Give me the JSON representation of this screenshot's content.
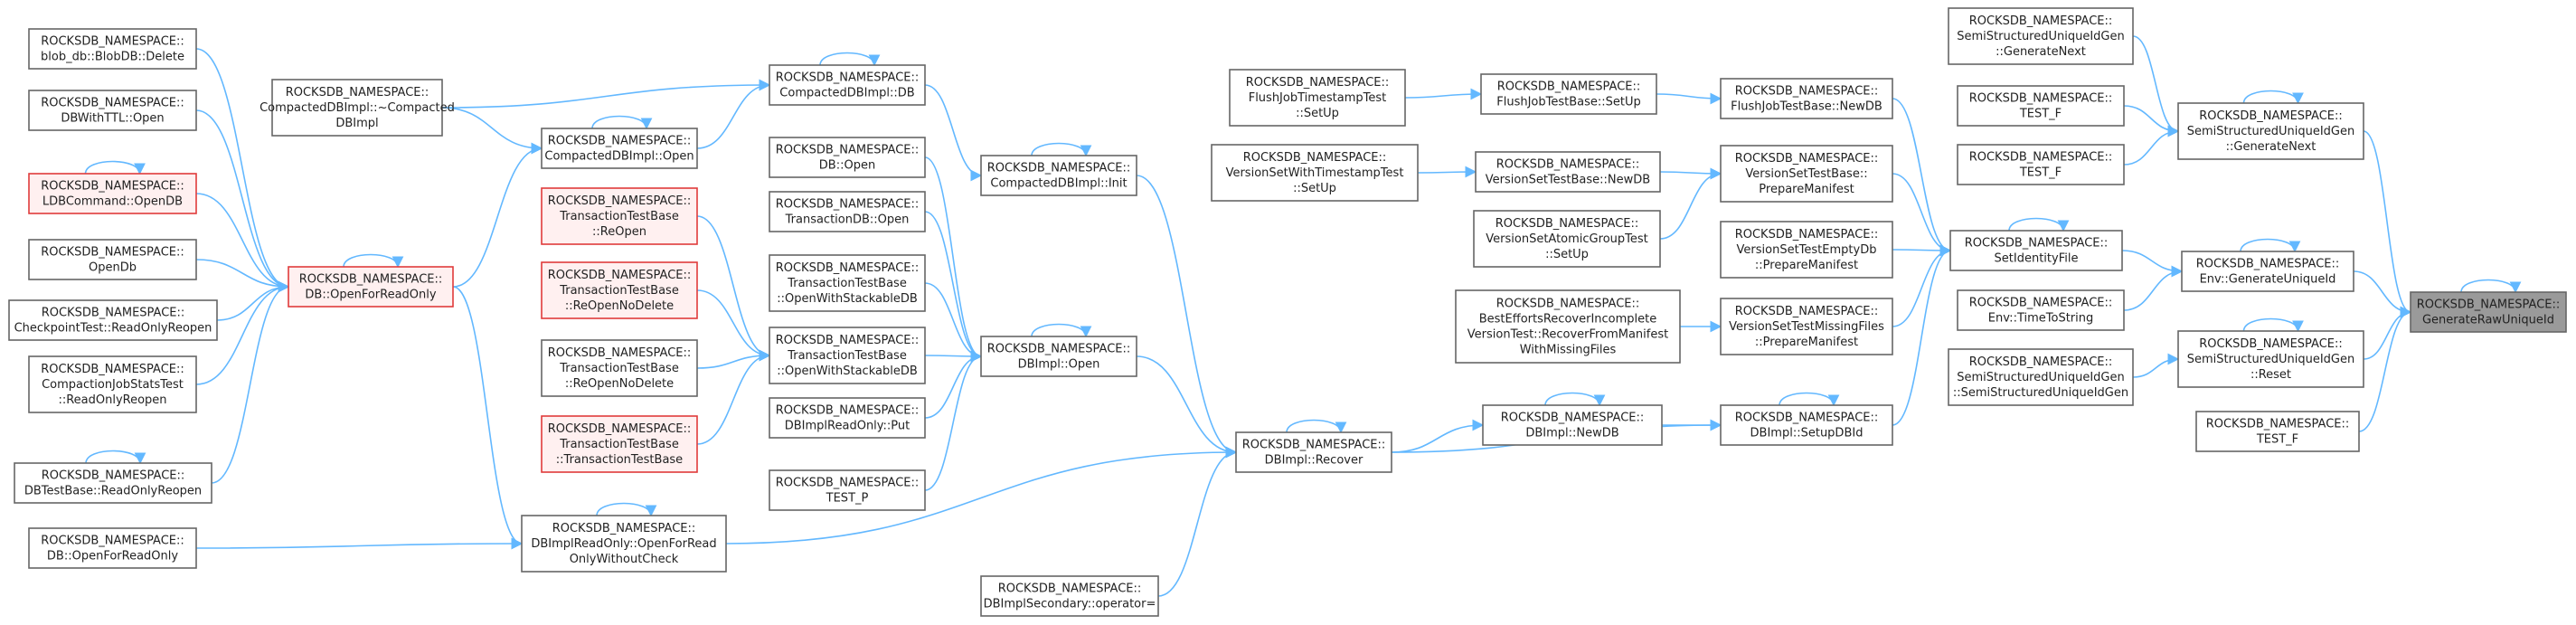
{
  "colors": {
    "edge": "#63b8ff",
    "node_border": "#666666",
    "highlight_border": "#e03b3b",
    "highlight_fill": "#fff0f0",
    "root_fill": "#9a9a9a"
  },
  "nodes": {
    "n_blobdb": {
      "lines": [
        "ROCKSDB_NAMESPACE::",
        "blob_db::BlobDB::Delete"
      ]
    },
    "n_dbwttl": {
      "lines": [
        "ROCKSDB_NAMESPACE::",
        "DBWithTTL::Open"
      ]
    },
    "n_ldbcmd": {
      "lines": [
        "ROCKSDB_NAMESPACE::",
        "LDBCommand::OpenDB"
      ]
    },
    "n_opendb": {
      "lines": [
        "ROCKSDB_NAMESPACE::",
        "OpenDb"
      ]
    },
    "n_chkpt": {
      "lines": [
        "ROCKSDB_NAMESPACE::",
        "CheckpointTest::ReadOnlyReopen"
      ]
    },
    "n_compstat": {
      "lines": [
        "ROCKSDB_NAMESPACE::",
        "CompactionJobStatsTest",
        "::ReadOnlyReopen"
      ]
    },
    "n_dbtestro": {
      "lines": [
        "ROCKSDB_NAMESPACE::",
        "DBTestBase::ReadOnlyReopen"
      ]
    },
    "n_dbofro": {
      "lines": [
        "ROCKSDB_NAMESPACE::",
        "DB::OpenForReadOnly"
      ]
    },
    "n_dbopenro": {
      "lines": [
        "ROCKSDB_NAMESPACE::",
        "DB::OpenForReadOnly"
      ]
    },
    "n_compdtor": {
      "lines": [
        "ROCKSDB_NAMESPACE::",
        "CompactedDBImpl::~Compacted",
        "DBImpl"
      ]
    },
    "n_compopen": {
      "lines": [
        "ROCKSDB_NAMESPACE::",
        "CompactedDBImpl::Open"
      ]
    },
    "n_compdb": {
      "lines": [
        "ROCKSDB_NAMESPACE::",
        "CompactedDBImpl::DB"
      ]
    },
    "n_dbopen": {
      "lines": [
        "ROCKSDB_NAMESPACE::",
        "DB::Open"
      ]
    },
    "n_txdbopen": {
      "lines": [
        "ROCKSDB_NAMESPACE::",
        "TransactionDB::Open"
      ]
    },
    "n_ttbows1": {
      "lines": [
        "ROCKSDB_NAMESPACE::",
        "TransactionTestBase",
        "::OpenWithStackableDB"
      ]
    },
    "n_ttbows2": {
      "lines": [
        "ROCKSDB_NAMESPACE::",
        "TransactionTestBase",
        "::OpenWithStackableDB"
      ]
    },
    "n_ttbreopen": {
      "lines": [
        "ROCKSDB_NAMESPACE::",
        "TransactionTestBase",
        "::ReOpen"
      ]
    },
    "n_ttbrnd1": {
      "lines": [
        "ROCKSDB_NAMESPACE::",
        "TransactionTestBase",
        "::ReOpenNoDelete"
      ]
    },
    "n_ttbrnd2": {
      "lines": [
        "ROCKSDB_NAMESPACE::",
        "TransactionTestBase",
        "::ReOpenNoDelete"
      ]
    },
    "n_ttbctor": {
      "lines": [
        "ROCKSDB_NAMESPACE::",
        "TransactionTestBase",
        "::TransactionTestBase"
      ]
    },
    "n_roput": {
      "lines": [
        "ROCKSDB_NAMESPACE::",
        "DBImplReadOnly::Put"
      ]
    },
    "n_testp": {
      "lines": [
        "ROCKSDB_NAMESPACE::",
        "TEST_P"
      ]
    },
    "n_roowc": {
      "lines": [
        "ROCKSDB_NAMESPACE::",
        "DBImplReadOnly::OpenForRead",
        "OnlyWithoutCheck"
      ]
    },
    "n_compinit": {
      "lines": [
        "ROCKSDB_NAMESPACE::",
        "CompactedDBImpl::Init"
      ]
    },
    "n_dbimplopen": {
      "lines": [
        "ROCKSDB_NAMESPACE::",
        "DBImpl::Open"
      ]
    },
    "n_recover": {
      "lines": [
        "ROCKSDB_NAMESPACE::",
        "DBImpl::Recover"
      ]
    },
    "n_secop": {
      "lines": [
        "ROCKSDB_NAMESPACE::",
        "DBImplSecondary::operator="
      ]
    },
    "n_fjtsetup": {
      "lines": [
        "ROCKSDB_NAMESPACE::",
        "FlushJobTimestampTest",
        "::SetUp"
      ]
    },
    "n_vswtsetup": {
      "lines": [
        "ROCKSDB_NAMESPACE::",
        "VersionSetWithTimestampTest",
        "::SetUp"
      ]
    },
    "n_fjbsetup": {
      "lines": [
        "ROCKSDB_NAMESPACE::",
        "FlushJobTestBase::SetUp"
      ]
    },
    "n_vstbnewdb": {
      "lines": [
        "ROCKSDB_NAMESPACE::",
        "VersionSetTestBase::NewDB"
      ]
    },
    "n_vsagsetup": {
      "lines": [
        "ROCKSDB_NAMESPACE::",
        "VersionSetAtomicGroupTest",
        "::SetUp"
      ]
    },
    "n_beri": {
      "lines": [
        "ROCKSDB_NAMESPACE::",
        "BestEffortsRecoverIncomplete",
        "VersionTest::RecoverFromManifest",
        "WithMissingFiles"
      ]
    },
    "n_newdb": {
      "lines": [
        "ROCKSDB_NAMESPACE::",
        "DBImpl::NewDB"
      ]
    },
    "n_fjbnewdb": {
      "lines": [
        "ROCKSDB_NAMESPACE::",
        "FlushJobTestBase::NewDB"
      ]
    },
    "n_vstbpm": {
      "lines": [
        "ROCKSDB_NAMESPACE::",
        "VersionSetTestBase::",
        "PrepareManifest"
      ]
    },
    "n_vsteepm": {
      "lines": [
        "ROCKSDB_NAMESPACE::",
        "VersionSetTestEmptyDb",
        "::PrepareManifest"
      ]
    },
    "n_vstmfpm": {
      "lines": [
        "ROCKSDB_NAMESPACE::",
        "VersionSetTestMissingFiles",
        "::PrepareManifest"
      ]
    },
    "n_setupdbid": {
      "lines": [
        "ROCKSDB_NAMESPACE::",
        "DBImpl::SetupDBId"
      ]
    },
    "n_ssuigen": {
      "lines": [
        "ROCKSDB_NAMESPACE::",
        "SemiStructuredUniqueIdGen",
        "::GenerateNext"
      ]
    },
    "n_testf1": {
      "lines": [
        "ROCKSDB_NAMESPACE::",
        "TEST_F"
      ]
    },
    "n_testf2": {
      "lines": [
        "ROCKSDB_NAMESPACE::",
        "TEST_F"
      ]
    },
    "n_setident": {
      "lines": [
        "ROCKSDB_NAMESPACE::",
        "SetIdentityFile"
      ]
    },
    "n_envtts": {
      "lines": [
        "ROCKSDB_NAMESPACE::",
        "Env::TimeToString"
      ]
    },
    "n_ssctor": {
      "lines": [
        "ROCKSDB_NAMESPACE::",
        "SemiStructuredUniqueIdGen",
        "::SemiStructuredUniqueIdGen"
      ]
    },
    "n_ssgennext": {
      "lines": [
        "ROCKSDB_NAMESPACE::",
        "SemiStructuredUniqueIdGen",
        "::GenerateNext"
      ]
    },
    "n_envgen": {
      "lines": [
        "ROCKSDB_NAMESPACE::",
        "Env::GenerateUniqueId"
      ]
    },
    "n_ssreset": {
      "lines": [
        "ROCKSDB_NAMESPACE::",
        "SemiStructuredUniqueIdGen",
        "::Reset"
      ]
    },
    "n_testf3": {
      "lines": [
        "ROCKSDB_NAMESPACE::",
        "TEST_F"
      ]
    },
    "n_root": {
      "lines": [
        "ROCKSDB_NAMESPACE::",
        "GenerateRawUniqueId"
      ]
    }
  }
}
